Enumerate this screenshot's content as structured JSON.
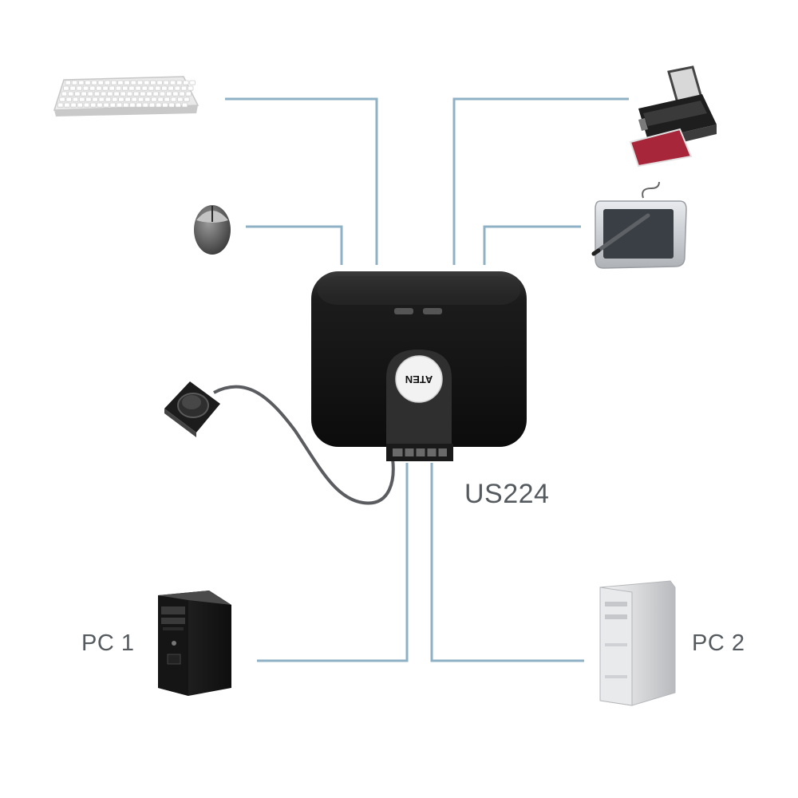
{
  "diagram": {
    "model": "US224",
    "brand_logo": "ATEN",
    "computers": [
      {
        "label": "PC 1"
      },
      {
        "label": "PC 2"
      }
    ],
    "peripherals": [
      {
        "icon": "keyboard-icon"
      },
      {
        "icon": "mouse-icon"
      },
      {
        "icon": "printer-icon"
      },
      {
        "icon": "drawing-tablet-icon"
      },
      {
        "icon": "remote-port-selector-icon"
      }
    ],
    "colors": {
      "connector_line": "#8fb1c5",
      "switch_body": "#141414",
      "printer_paper": "#a8263a",
      "tablet_screen": "#3a3f45"
    }
  }
}
